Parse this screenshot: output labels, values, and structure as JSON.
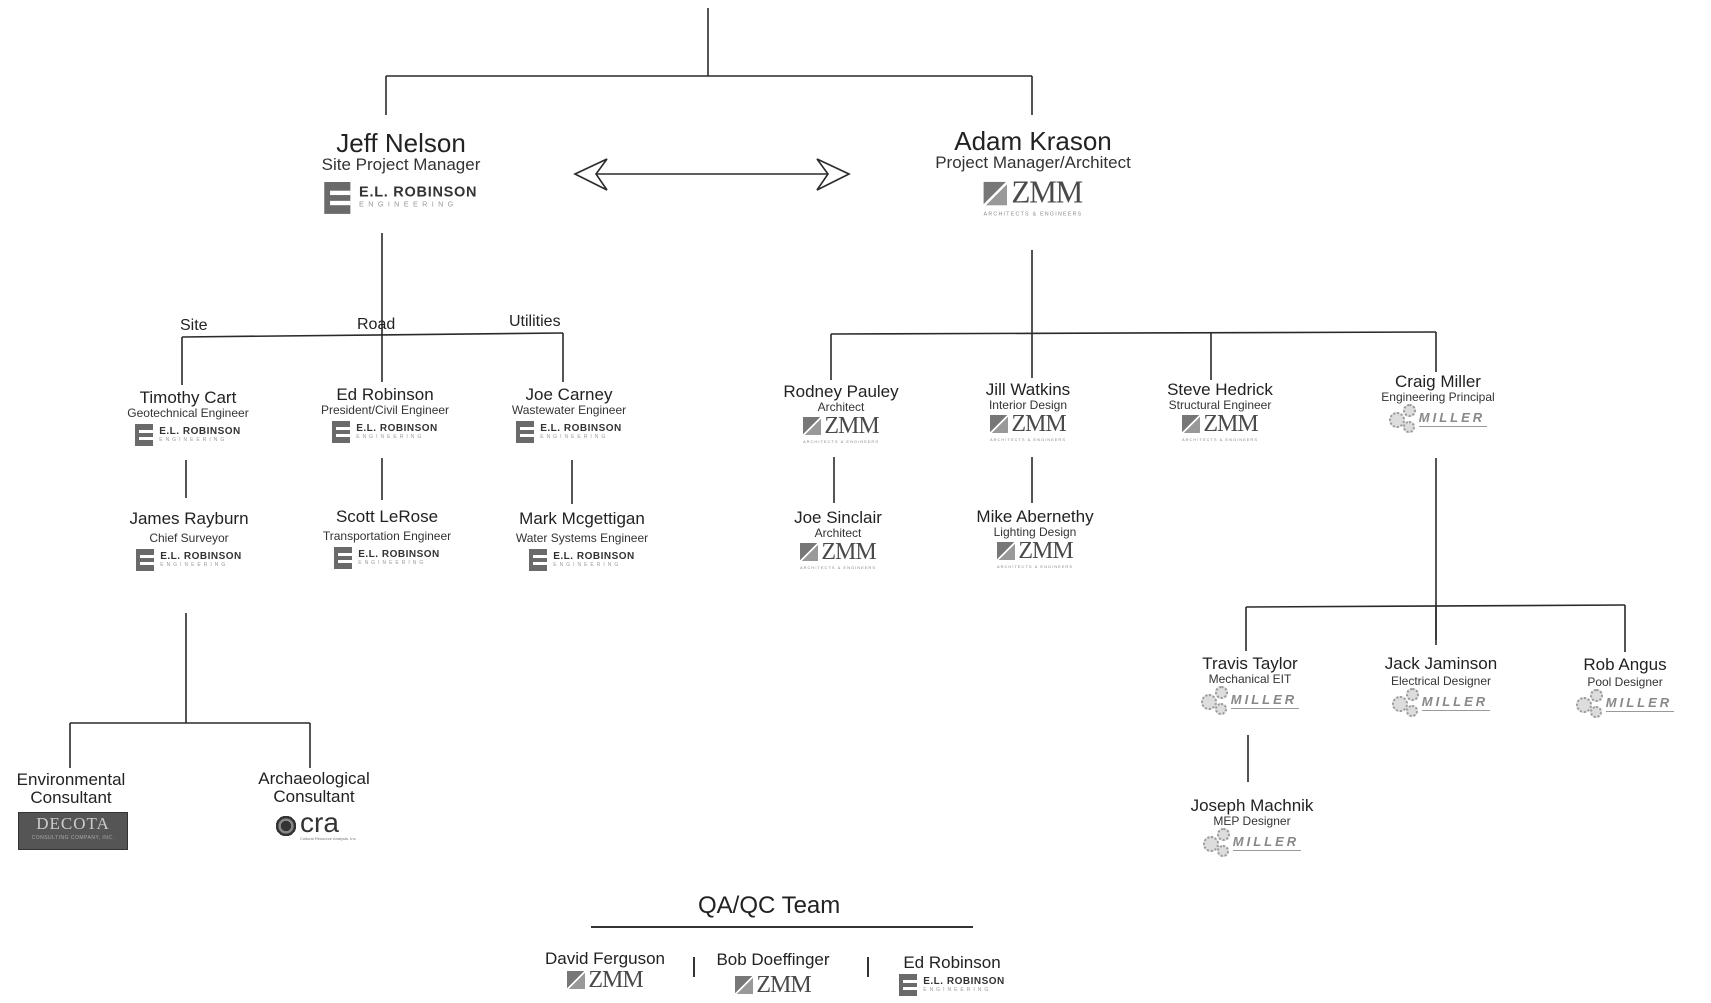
{
  "leaders": {
    "jeff": {
      "name": "Jeff Nelson",
      "title": "Site Project Manager",
      "logo": "elrobinson"
    },
    "adam": {
      "name": "Adam Krason",
      "title": "Project Manager/Architect",
      "logo": "zmm"
    }
  },
  "branches": {
    "site": "Site",
    "road": "Road",
    "utilities": "Utilities"
  },
  "people": {
    "timothy": {
      "name": "Timothy Cart",
      "title": "Geotechnical Engineer"
    },
    "james": {
      "name": "James Rayburn",
      "title": "Chief Surveyor"
    },
    "ed_r": {
      "name": "Ed Robinson",
      "title": "President/Civil Engineer"
    },
    "scott": {
      "name": "Scott LeRose",
      "title": "Transportation Engineer"
    },
    "joe_c": {
      "name": "Joe Carney",
      "title": "Wastewater Engineer"
    },
    "mark": {
      "name": "Mark Mcgettigan",
      "title": "Water Systems Engineer"
    },
    "rodney": {
      "name": "Rodney Pauley",
      "title": "Architect"
    },
    "joe_s": {
      "name": "Joe Sinclair",
      "title": "Architect"
    },
    "jill": {
      "name": "Jill Watkins",
      "title": "Interior Design"
    },
    "mike": {
      "name": "Mike Abernethy",
      "title": "Lighting Design"
    },
    "steve": {
      "name": "Steve Hedrick",
      "title": "Structural Engineer"
    },
    "craig": {
      "name": "Craig Miller",
      "title": "Engineering Principal"
    },
    "travis": {
      "name": "Travis Taylor",
      "title": "Mechanical EIT"
    },
    "joseph": {
      "name": "Joseph Machnik",
      "title": "MEP Designer"
    },
    "jack": {
      "name": "Jack Jaminson",
      "title": "Electrical Designer"
    },
    "rob": {
      "name": "Rob Angus",
      "title": "Pool Designer"
    }
  },
  "consultants": {
    "env": {
      "label_line1": "Environmental",
      "label_line2": "Consultant"
    },
    "arch": {
      "label_line1": "Archaeological",
      "label_line2": "Consultant"
    }
  },
  "logos": {
    "elr_text": "E.L. ROBINSON",
    "elr_sub": "ENGINEERING",
    "zmm_text": "ZMM",
    "zmm_sub": "ARCHITECTS & ENGINEERS",
    "miller_text": "MILLER",
    "decota_text": "DECOTA",
    "decota_sub": "CONSULTING COMPANY, INC.",
    "cra_text": "cra",
    "cra_sub": "Cultural Resource Analysts, Inc."
  },
  "qa": {
    "title": "QA/QC Team",
    "members": [
      {
        "name": "David Ferguson",
        "logo": "zmm"
      },
      {
        "name": "Bob Doeffinger",
        "logo": "zmm"
      },
      {
        "name": "Ed Robinson",
        "logo": "elrobinson"
      }
    ]
  },
  "colors": {
    "line": "#2a2a2a",
    "arrow": "#333333",
    "logo_gray": "#6a6a6a"
  }
}
